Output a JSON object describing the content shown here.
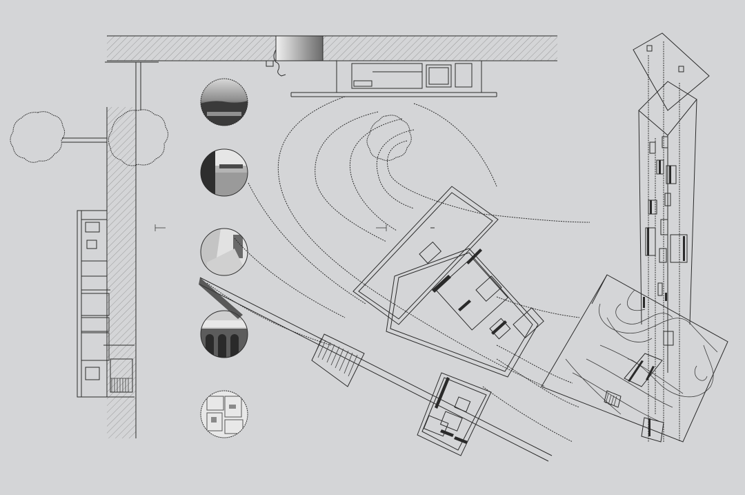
{
  "colors": {
    "background": "#d4d5d7",
    "line": "#2a2a2a",
    "hatch": "#8a8a8a"
  },
  "drawings": [
    "site-section-vertical",
    "site-section-horizontal",
    "photo-vignettes",
    "site-plan",
    "axonometric-tower"
  ],
  "vignettes": [
    "landscape-photo",
    "concrete-interior-photo",
    "bright-interior-photo",
    "arched-facade-photo",
    "plan-thumbnail"
  ]
}
